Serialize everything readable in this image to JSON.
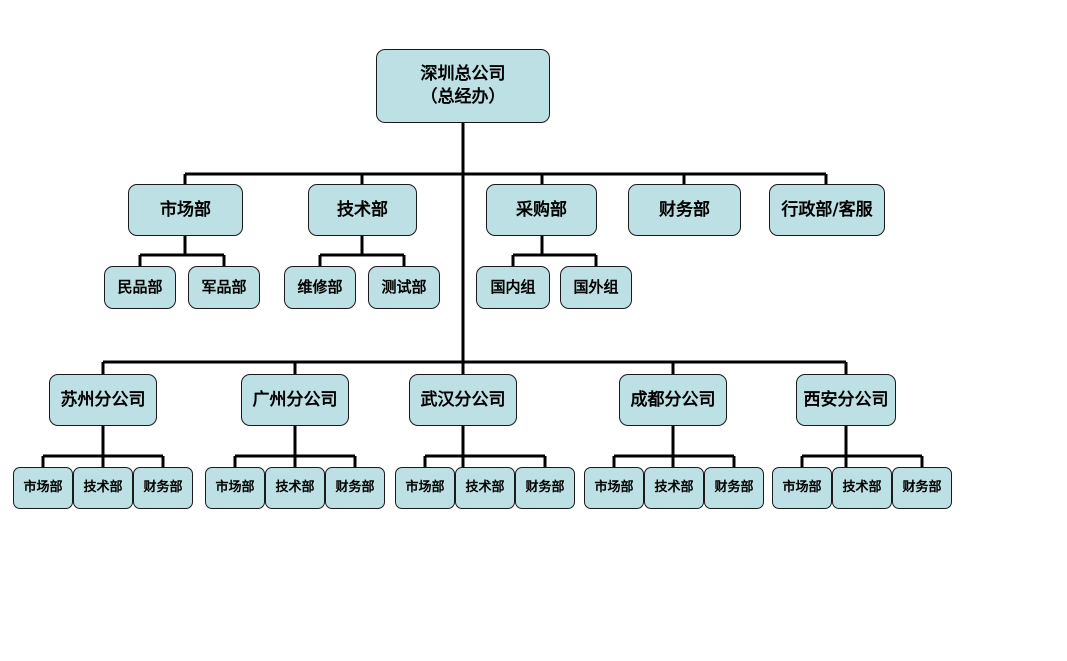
{
  "org": {
    "root": {
      "line1": "深圳总公司",
      "line2": "（总经办）"
    },
    "departments": {
      "market": "市场部",
      "tech": "技术部",
      "purchase": "采购部",
      "finance": "财务部",
      "admin": "行政部/客服"
    },
    "sub_units": {
      "civil": "民品部",
      "military": "军品部",
      "repair": "维修部",
      "testing": "测试部",
      "domestic": "国内组",
      "overseas": "国外组"
    },
    "branches": [
      {
        "name": "苏州分公司",
        "units": [
          "市场部",
          "技术部",
          "财务部"
        ]
      },
      {
        "name": "广州分公司",
        "units": [
          "市场部",
          "技术部",
          "财务部"
        ]
      },
      {
        "name": "武汉分公司",
        "units": [
          "市场部",
          "技术部",
          "财务部"
        ]
      },
      {
        "name": "成都分公司",
        "units": [
          "市场部",
          "技术部",
          "财务部"
        ]
      },
      {
        "name": "西安分公司",
        "units": [
          "市场部",
          "技术部",
          "财务部"
        ]
      }
    ]
  },
  "colors": {
    "box_fill": "#bde0e4",
    "line": "#000000",
    "border": "#1a1a1a"
  }
}
